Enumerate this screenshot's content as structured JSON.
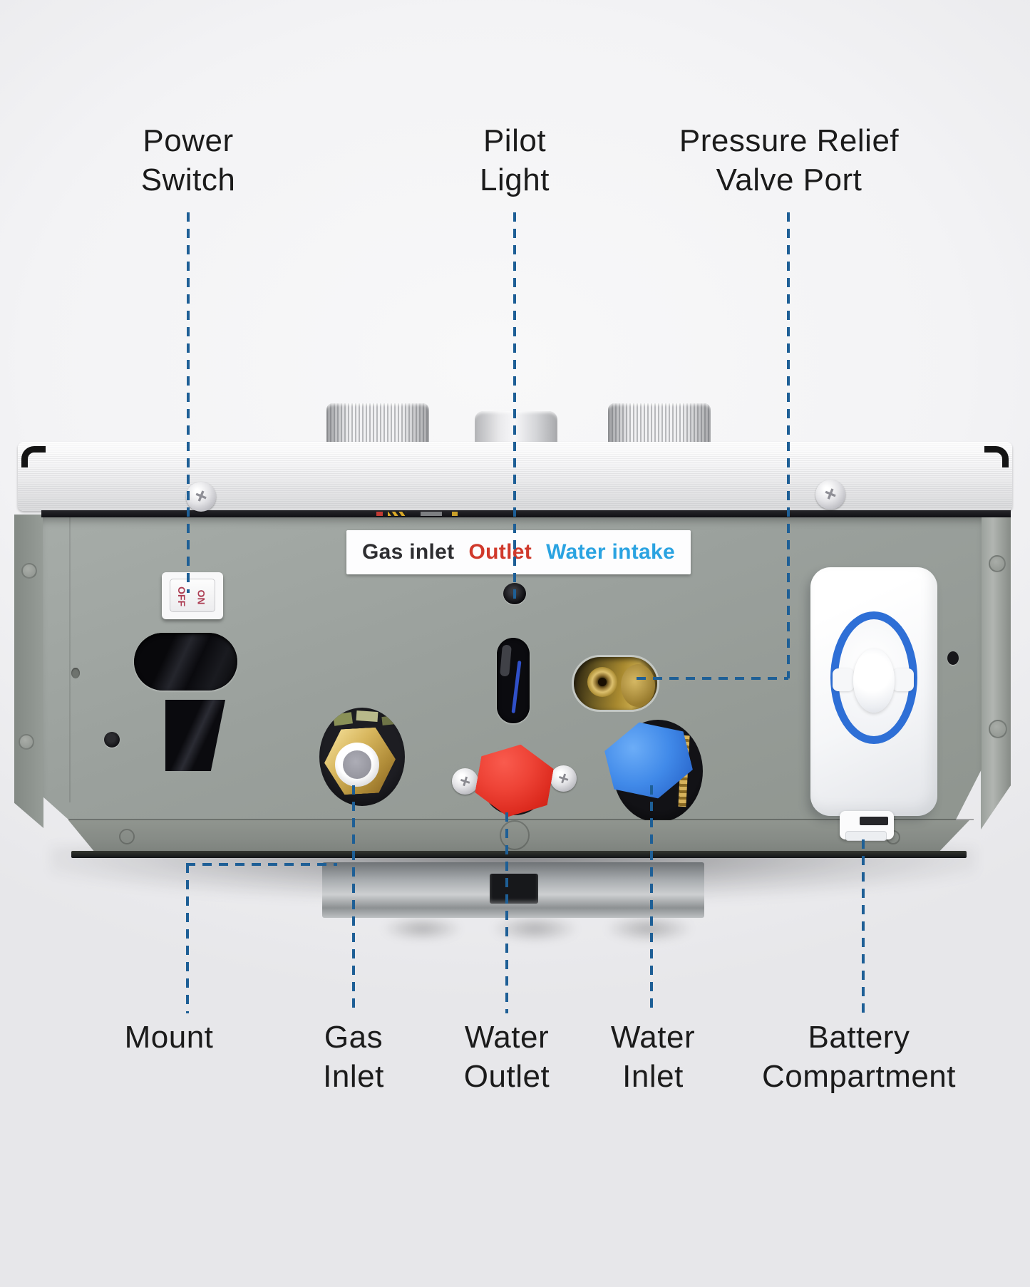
{
  "labels": {
    "top": [
      {
        "id": "power-switch",
        "lines": [
          "Power",
          "Switch"
        ]
      },
      {
        "id": "pilot-light",
        "lines": [
          "Pilot",
          "Light"
        ]
      },
      {
        "id": "pressure-relief",
        "lines": [
          "Pressure Relief",
          "Valve Port"
        ]
      }
    ],
    "bottom": [
      {
        "id": "mount",
        "lines": [
          "Mount"
        ]
      },
      {
        "id": "gas-inlet",
        "lines": [
          "Gas",
          "Inlet"
        ]
      },
      {
        "id": "water-outlet",
        "lines": [
          "Water",
          "Outlet"
        ]
      },
      {
        "id": "water-inlet",
        "lines": [
          "Water",
          "Inlet"
        ]
      },
      {
        "id": "battery-compartment",
        "lines": [
          "Battery",
          "Compartment"
        ]
      }
    ]
  },
  "sticker": {
    "gas_inlet": "Gas inlet",
    "outlet": "Outlet",
    "water_intake": "Water intake"
  },
  "power_switch": {
    "on": "ON",
    "off": "OFF"
  },
  "screw_glyph": "+",
  "colors": {
    "leader_line": "#1e5f96",
    "label_text": "#1b1b1b",
    "panel_gray": "#9aa09c",
    "sticker_outlet_red": "#d0392b",
    "sticker_intake_blue": "#2aa3e1",
    "water_outlet_cap": "#ee4336",
    "water_inlet_cap": "#418ae9",
    "battery_ring_blue": "#2e6fd6",
    "switch_text_red": "#ad3e54",
    "brass": "#c8a94a"
  }
}
